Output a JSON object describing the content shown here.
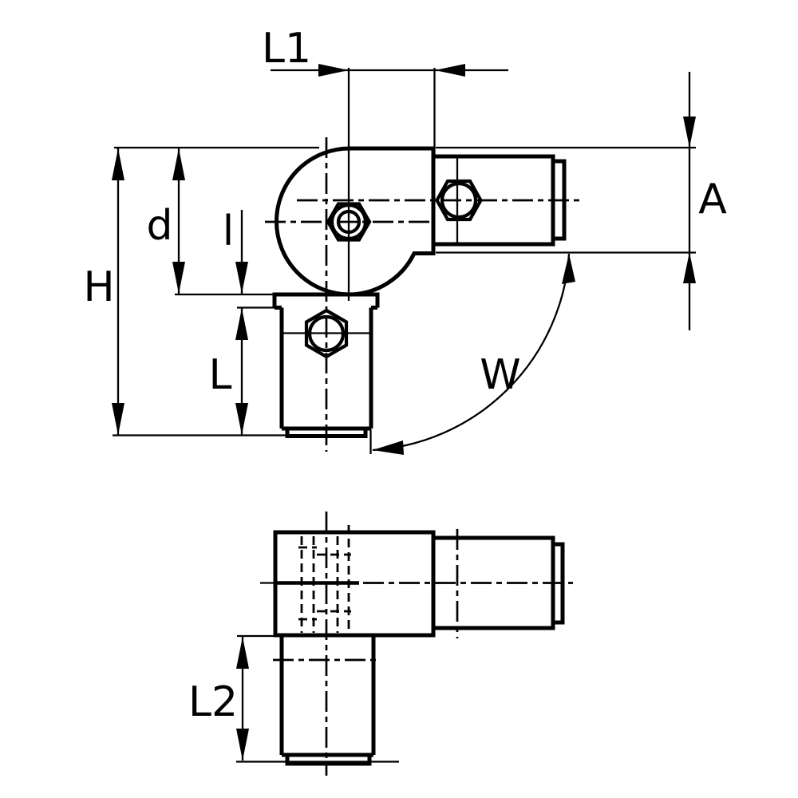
{
  "colors": {
    "line": "#000000",
    "background": "#ffffff"
  },
  "labels": {
    "l1": "L1",
    "a": "A",
    "d": "d",
    "l_small": "l",
    "h": "H",
    "l_cap": "L",
    "w": "W",
    "l2": "L2"
  }
}
